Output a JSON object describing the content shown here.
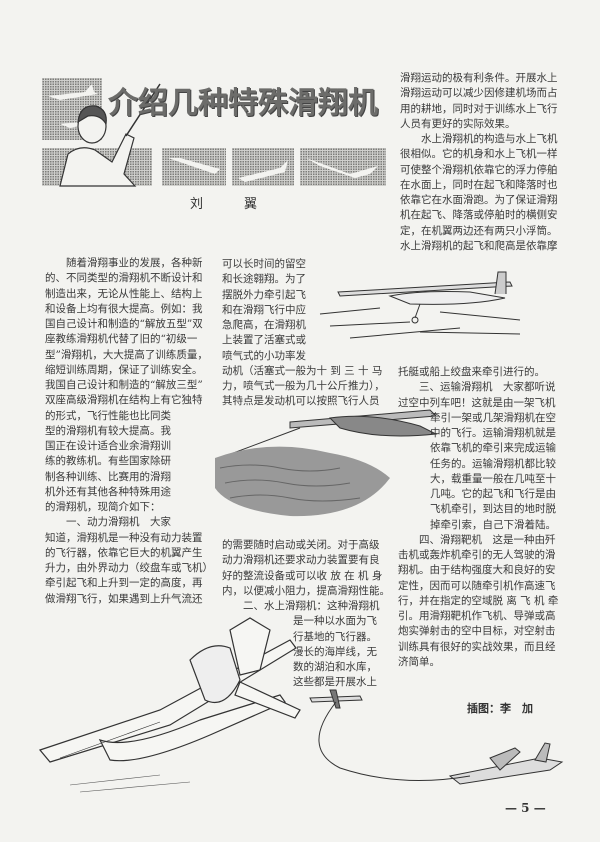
{
  "article": {
    "title": "介绍几种特殊滑翔机",
    "author": "刘　翼",
    "illustrator": "插图：李　加",
    "page_number": "— 5 —"
  },
  "columns": {
    "left": [
      "　　随着滑翔事业的发展，各种新",
      "的、不同类型的滑翔机不断设计和",
      "制造出来，无论从性能上、结构上",
      "和设备上均有很大提高。例如：我",
      "国自己设计和制造的“解放五型”双",
      "座教练滑翔机代替了旧的“初级一",
      "型”滑翔机，大大提高了训练质量，",
      "缩短训练周期，保证了训练安全。",
      "我国自己设计和制造的“解放三型”",
      "双座高级滑翔机在结构上有它独特",
      "的形式，飞行性能也比同类",
      "型的滑翔机有较大提高。我",
      "国正在设计适合业余滑翔训",
      "练的教练机。有些国家除研",
      "制各种训练、比赛用的滑翔",
      "机外还有其他各种特殊用途",
      "的滑翔机，现简介如下：",
      "　　一、动力滑翔机　大家",
      "知道，滑翔机是一种没有动力装置",
      "的飞行器，依靠它巨大的机翼产生",
      "升力，由外界动力（绞盘车或飞机）",
      "牵引起飞和上升到一定的高度，再",
      "做滑翔飞行，如果遇到上升气流还"
    ],
    "middle_top": [
      "可以长时间的留空",
      "和长途翱翔。为了",
      "摆脱外力牵引起飞",
      "和在滑翔飞行中应",
      "急爬高，在滑翔机",
      "上装置了活塞式或",
      "喷气式的小功率发",
      "动机（活塞式一般为十 到 三 十 马",
      "力，喷气式一般为几十公斤推力），",
      "其特点是发动机可以按照飞行人员"
    ],
    "middle_bottom": [
      "的需要随时启动或关闭。对于高级",
      "动力滑翔机还要求动力装置要有良",
      "好的整流设备或可以收 放 在 机 身",
      "内，以便减小阻力，提高滑翔性能。",
      "　　二、水上滑翔机：这种滑翔机",
      "是一种以水面为飞",
      "行基地的飞行器。",
      "漫长的海岸线，无",
      "数的湖泊和水库，",
      "这些都是开展水上"
    ],
    "right_top": [
      "滑翔运动的极有利条件。开展水上",
      "滑翔运动可以减少因修建机场而占",
      "用的耕地，同时对于训练水上飞行",
      "人员有更好的实际效果。",
      "　　水上滑翔机的构造与水上飞机",
      "很相似。它的机身和水上飞机一样",
      "可使整个滑翔机依靠它的浮力停舶",
      "在水面上，同时在起飞和降落时也",
      "依靠它在水面滑跑。为了保证滑翔",
      "机在起飞、降落或停舶时的横侧安",
      "定，在机翼两边还有两只小浮筒。",
      "水上滑翔机的起飞和爬高是依靠摩"
    ],
    "right_bottom": [
      "托艇或船上绞盘来牵引进行的。",
      "　　三、运输滑翔机　大家都听说",
      "过空中列车吧！这就是由一架飞机",
      "牵引一架或几架滑翔机在空",
      "中的飞行。运输滑翔机就是",
      "依靠飞机的牵引来完成运输",
      "任务的。运输滑翔机都比较",
      "大，载重量一般在几吨至十",
      "几吨。它的起飞和飞行是由",
      "飞机牵引，到达目的地时脱",
      "掉牵引索，自己下滑着陆。",
      "　　四、滑翔靶机　这是一种由歼",
      "击机或轰炸机牵引的无人驾驶的滑",
      "翔机。由于结构强度大和良好的安",
      "定性，因而可以随牵引机作高速飞",
      "行，并在指定的空域脱 离 飞 机 牵",
      "引。用滑翔靶机作飞机、导弹或高",
      "炮实弹射击的空中目标，对空射击",
      "训练具有很好的实战效果，而且经",
      "济简单。"
    ]
  }
}
